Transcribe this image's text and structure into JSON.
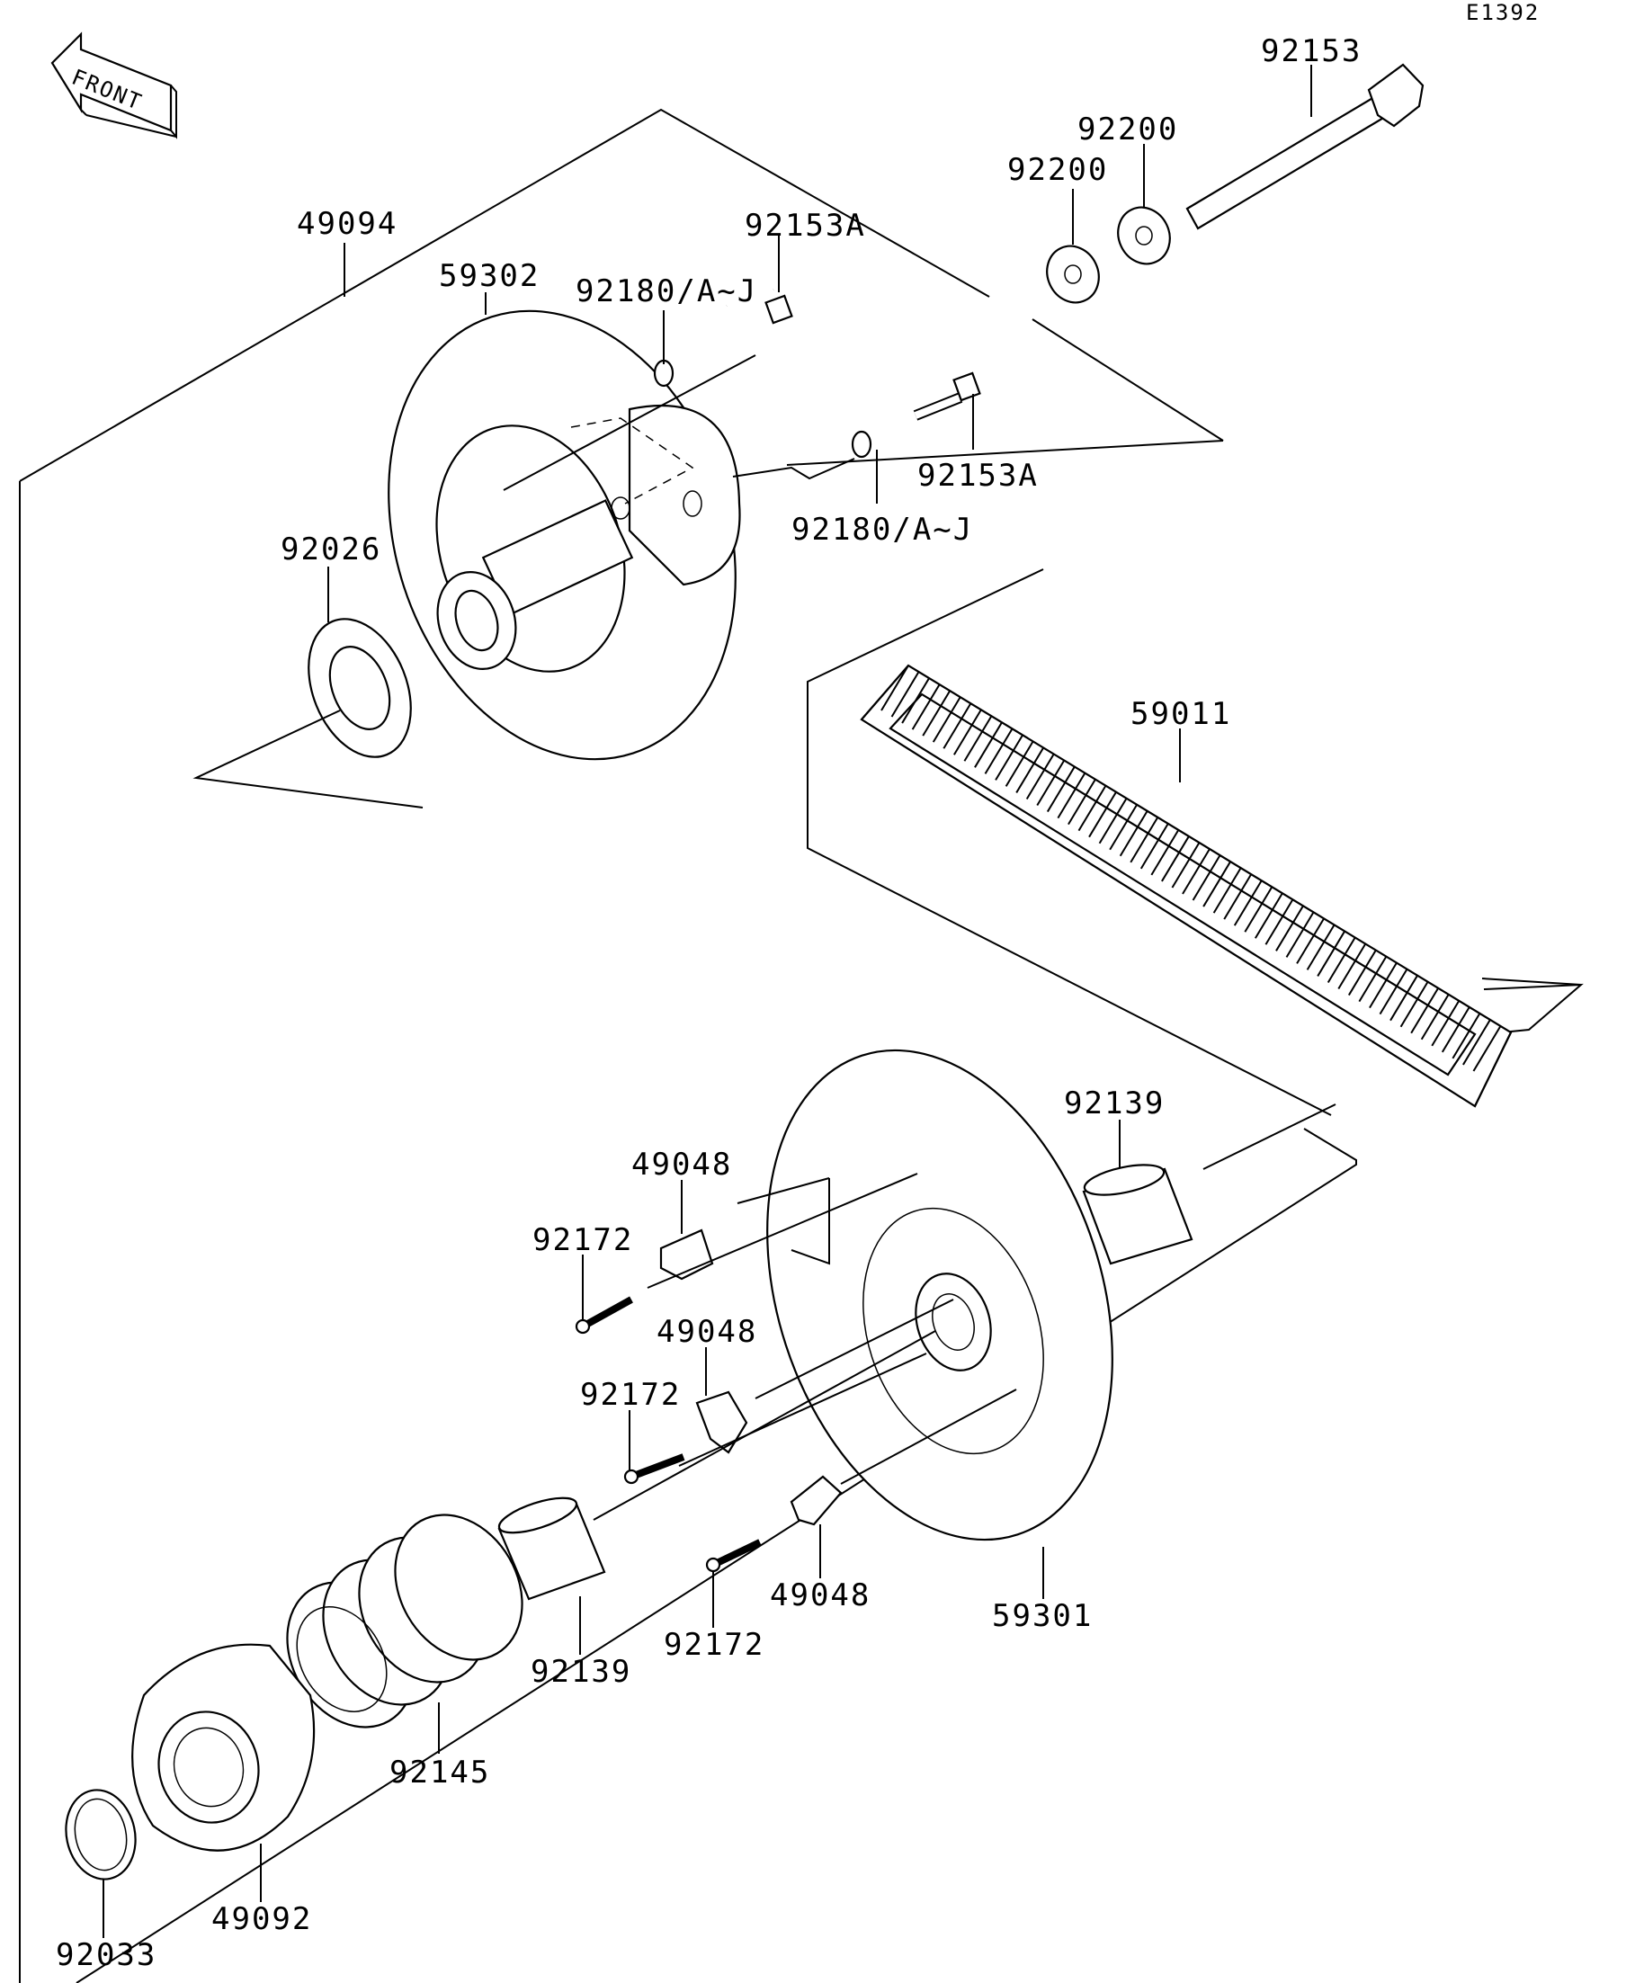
{
  "diagram_code": "E1392",
  "front_arrow": "FRONT",
  "labels": {
    "p49094": "49094",
    "p59302": "59302",
    "p92180_upper": "92180/A~J",
    "p92153A_upper": "92153A",
    "p92200_upper": "92200",
    "p92200_lower": "92200",
    "p92153": "92153",
    "p92153A_lower": "92153A",
    "p92180_lower": "92180/A~J",
    "p92026": "92026",
    "p59011": "59011",
    "p92139_upper": "92139",
    "p49048_a": "49048",
    "p92172_a": "92172",
    "p49048_b": "49048",
    "p92172_b": "92172",
    "p49048_c": "49048",
    "p92172_c": "92172",
    "p59301": "59301",
    "p92139_lower": "92139",
    "p92145": "92145",
    "p49092": "49092",
    "p92033": "92033"
  }
}
